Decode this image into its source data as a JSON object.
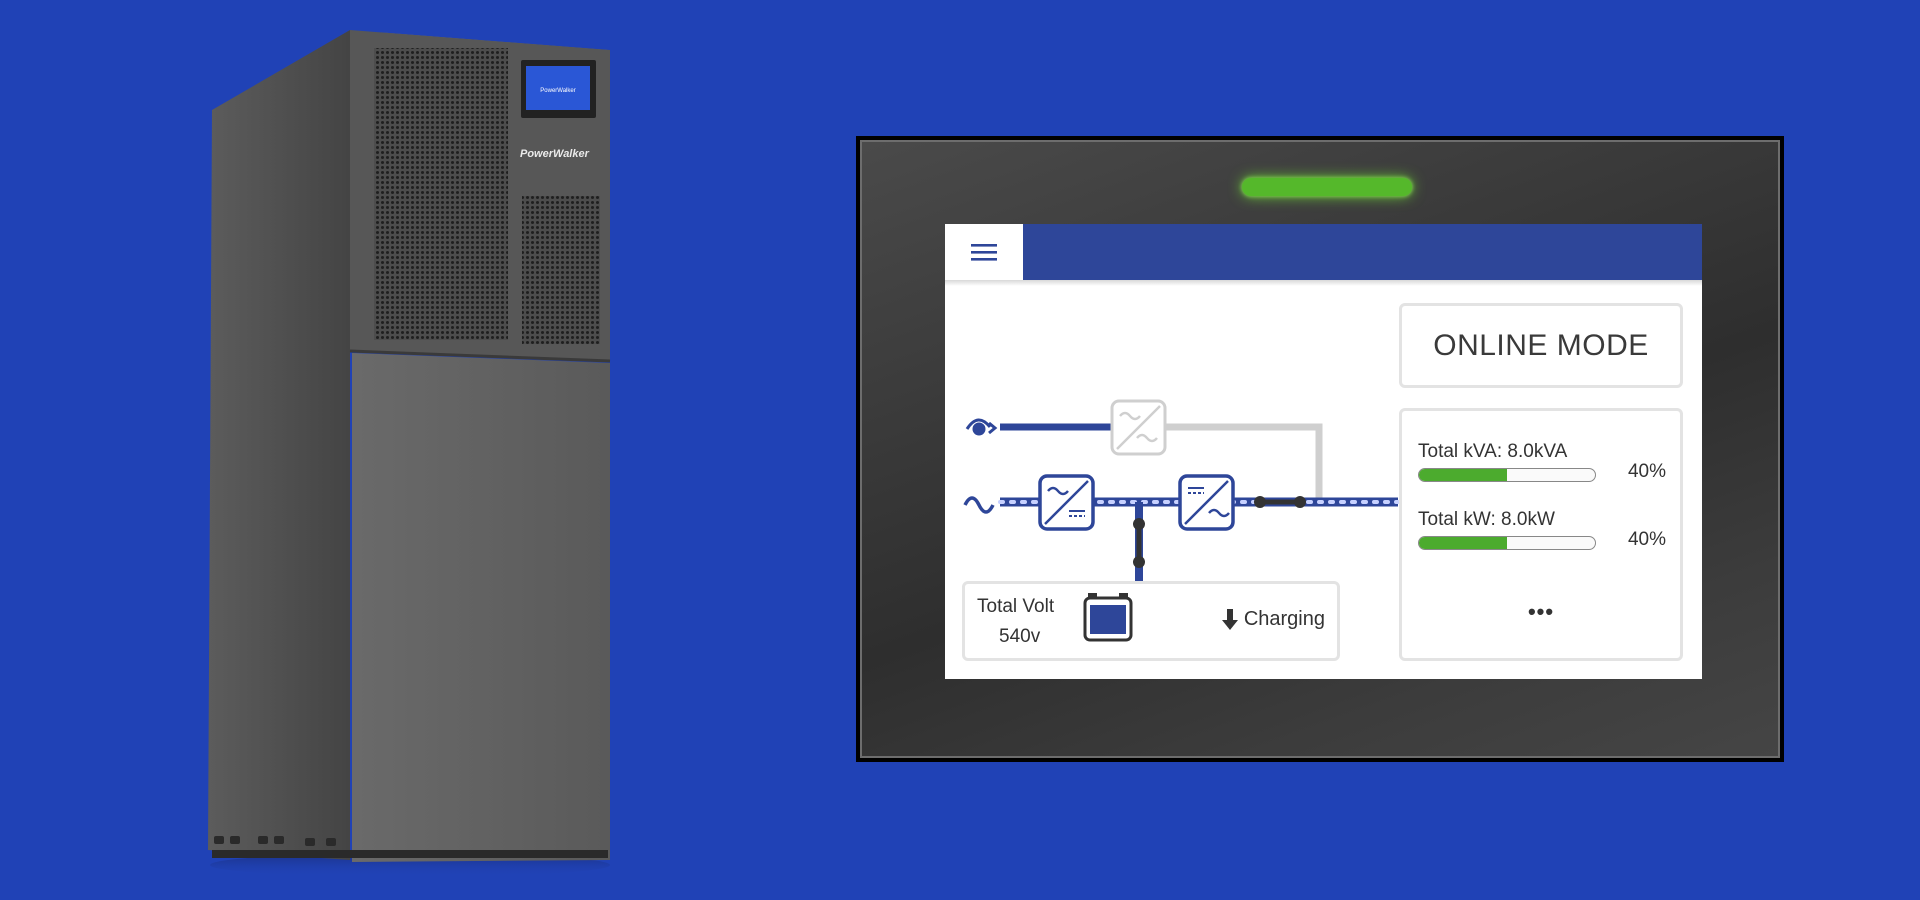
{
  "device": {
    "brand": "PowerWalker",
    "led_color": "#55b82b"
  },
  "screen": {
    "menu_icon": "hamburger-menu-icon",
    "mode": "ONLINE MODE",
    "metrics": [
      {
        "label": "Total kVA: 8.0kVA",
        "percent_text": "40%",
        "level": 0.5
      },
      {
        "label": "Total kW: 8.0kW",
        "percent_text": "40%",
        "level": 0.5
      }
    ],
    "more": "•••",
    "battery": {
      "volt_label": "Total Volt",
      "volt_value": "540v",
      "status": "Charging",
      "status_icon": "arrow-down-icon"
    }
  },
  "colors": {
    "background": "#2042b6",
    "accent_blue": "#2e4699",
    "green": "#4cab2e",
    "inactive_gray": "#cfcfcf"
  }
}
